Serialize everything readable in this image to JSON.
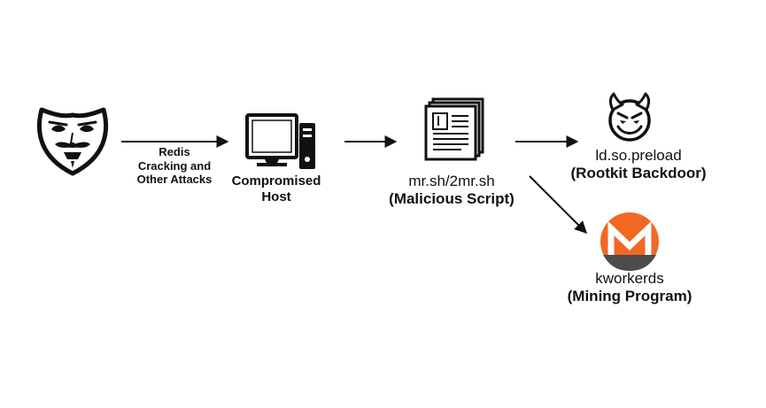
{
  "nodes": {
    "attacker": {
      "icon": "anonymous-mask-icon"
    },
    "host": {
      "icon": "desktop-computer-icon",
      "label_line1": "Compromised",
      "label_line2": "Host"
    },
    "script": {
      "icon": "script-document-icon",
      "name": "mr.sh/2mr.sh",
      "role": "(Malicious Script)"
    },
    "rootkit": {
      "icon": "devil-face-icon",
      "name": "ld.so.preload",
      "role": "(Rootkit Backdoor)"
    },
    "miner": {
      "icon": "monero-logo-icon",
      "name": "kworkerds",
      "role": "(Mining Program)"
    }
  },
  "edges": {
    "attack": {
      "line1": "Redis",
      "line2": "Cracking and",
      "line3": "Other Attacks"
    }
  },
  "colors": {
    "ink": "#111111",
    "monero_orange": "#f26822",
    "monero_gray": "#4c4c4c"
  }
}
